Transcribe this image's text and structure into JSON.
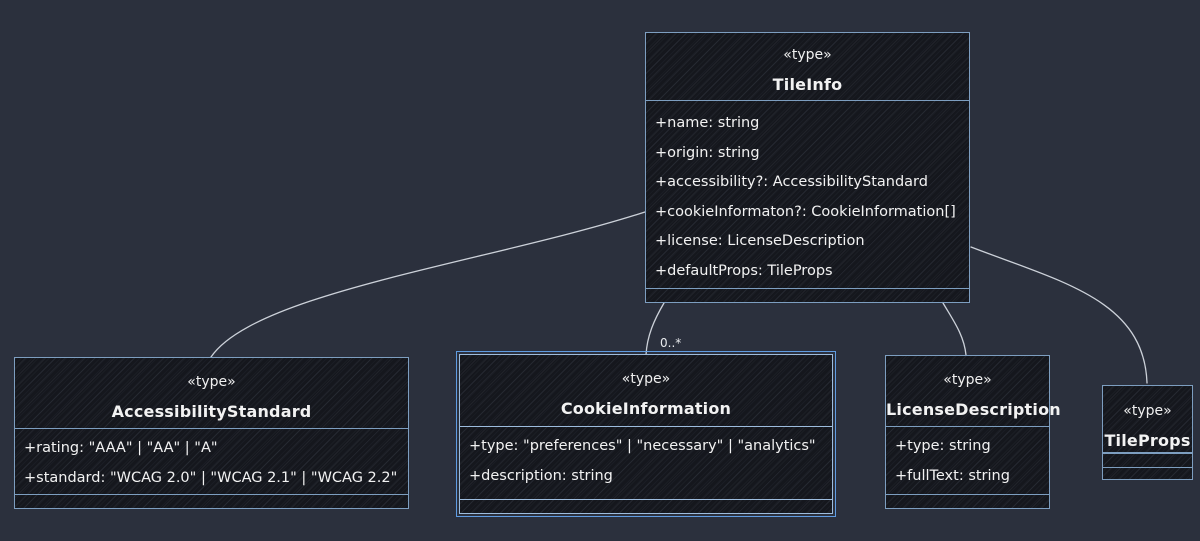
{
  "diagram": {
    "background_color": "#2b303d",
    "box_fill_color": "#15171d",
    "border_color": "#7d9ec0",
    "selected_border_color": "#5f9ce2",
    "connector_color": "#ccd1d9",
    "text_color": "#f2f2f2"
  },
  "classes": [
    {
      "id": "tileinfo",
      "stereotype": "«type»",
      "name": "TileInfo",
      "attributes": [
        "+name: string",
        "+origin: string",
        "+accessibility?: AccessibilityStandard",
        "+cookieInformaton?: CookieInformation[]",
        "+license: LicenseDescription",
        "+defaultProps: TileProps"
      ]
    },
    {
      "id": "accessibilitystandard",
      "stereotype": "«type»",
      "name": "AccessibilityStandard",
      "attributes": [
        "+rating: \"AAA\" | \"AA\" | \"A\"",
        "+standard: \"WCAG 2.0\" | \"WCAG 2.1\" | \"WCAG 2.2\""
      ]
    },
    {
      "id": "cookieinformation",
      "stereotype": "«type»",
      "name": "CookieInformation",
      "selected": true,
      "attributes": [
        "+type: \"preferences\" | \"necessary\" | \"analytics\"",
        "+description: string"
      ]
    },
    {
      "id": "licensedescription",
      "stereotype": "«type»",
      "name": "LicenseDescription",
      "attributes": [
        "+type: string",
        "+fullText: string"
      ]
    },
    {
      "id": "tileprops",
      "stereotype": "«type»",
      "name": "TileProps",
      "attributes": []
    }
  ],
  "relationships": [
    {
      "from": "TileInfo",
      "to": "AccessibilityStandard",
      "label": ""
    },
    {
      "from": "TileInfo",
      "to": "CookieInformation",
      "label": "0..*"
    },
    {
      "from": "TileInfo",
      "to": "LicenseDescription",
      "label": ""
    },
    {
      "from": "TileInfo",
      "to": "TileProps",
      "label": ""
    }
  ]
}
